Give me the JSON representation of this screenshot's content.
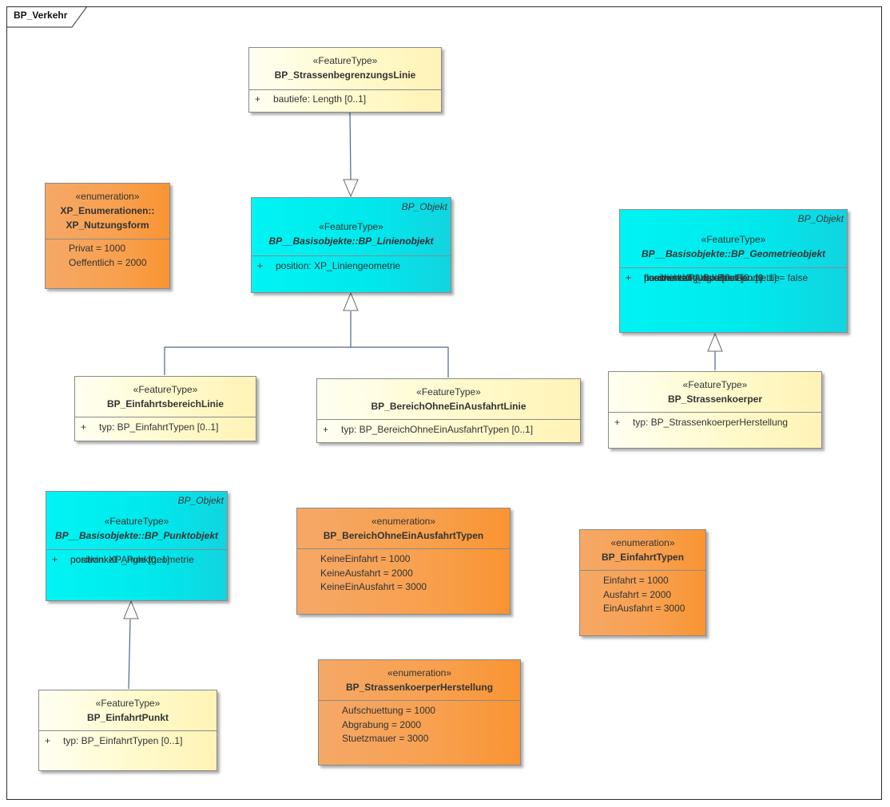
{
  "diagram": {
    "title": "BP_Verkehr"
  },
  "classes": {
    "strassenbegrenzung": {
      "stereotype": "«FeatureType»",
      "name": "BP_StrassenbegrenzungsLinie",
      "attrs": [
        {
          "vis": "+",
          "text": "bautiefe: Length [0..1]"
        }
      ]
    },
    "nutzungsform": {
      "stereotype": "«enumeration»",
      "name1": "XP_Enumerationen::",
      "name2": "XP_Nutzungsform",
      "literals": [
        "Privat = 1000",
        "Oeffentlich = 2000"
      ]
    },
    "linienobjekt": {
      "parent": "BP_Objekt",
      "stereotype": "«FeatureType»",
      "name": "BP__Basisobjekte::BP_Linienobjekt",
      "attrs": [
        {
          "vis": "+",
          "text": "position: XP_Liniengeometrie"
        }
      ]
    },
    "geometrieobjekt": {
      "parent": "BP_Objekt",
      "stereotype": "«FeatureType»",
      "name": "BP__Basisobjekte::BP_Geometrieobjekt",
      "attrs": [
        {
          "vis": "+",
          "text": "position: XP_VariableGeometrie"
        },
        {
          "vis": "+",
          "text": "flaechenschluss: Boolean [0..1] = false"
        },
        {
          "vis": "+",
          "text": "flussrichtung: Boolean [0..1]"
        },
        {
          "vis": "+",
          "text": "nordwinkel: Angle [0..1]"
        }
      ]
    },
    "einfahrtsbereich": {
      "stereotype": "«FeatureType»",
      "name": "BP_EinfahrtsbereichLinie",
      "attrs": [
        {
          "vis": "+",
          "text": "typ: BP_EinfahrtTypen [0..1]"
        }
      ]
    },
    "bereichohne": {
      "stereotype": "«FeatureType»",
      "name": "BP_BereichOhneEinAusfahrtLinie",
      "attrs": [
        {
          "vis": "+",
          "text": "typ: BP_BereichOhneEinAusfahrtTypen [0..1]"
        }
      ]
    },
    "strassenkoerper": {
      "stereotype": "«FeatureType»",
      "name": "BP_Strassenkoerper",
      "attrs": [
        {
          "vis": "+",
          "text": "typ: BP_StrassenkoerperHerstellung"
        }
      ]
    },
    "punktobjekt": {
      "parent": "BP_Objekt",
      "stereotype": "«FeatureType»",
      "name": "BP__Basisobjekte::BP_Punktobjekt",
      "attrs": [
        {
          "vis": "+",
          "text": "position: XP_Punktgeometrie"
        },
        {
          "vis": "+",
          "text": "nordwinkel: Angle [0..1]"
        }
      ]
    },
    "bereichohneTypen": {
      "stereotype": "«enumeration»",
      "name": "BP_BereichOhneEinAusfahrtTypen",
      "literals": [
        "KeineEinfahrt = 1000",
        "KeineAusfahrt = 2000",
        "KeineEinAusfahrt = 3000"
      ]
    },
    "einfahrtTypen": {
      "stereotype": "«enumeration»",
      "name": "BP_EinfahrtTypen",
      "literals": [
        "Einfahrt = 1000",
        "Ausfahrt = 2000",
        "EinAusfahrt = 3000"
      ]
    },
    "einfahrtPunkt": {
      "stereotype": "«FeatureType»",
      "name": "BP_EinfahrtPunkt",
      "attrs": [
        {
          "vis": "+",
          "text": "typ: BP_EinfahrtTypen [0..1]"
        }
      ]
    },
    "strassenkoerperHerstellung": {
      "stereotype": "«enumeration»",
      "name": "BP_StrassenkoerperHerstellung",
      "literals": [
        "Aufschuettung = 1000",
        "Abgrabung = 2000",
        "Stuetzmauer = 3000"
      ]
    }
  },
  "colors": {
    "featureType": "#fffacc",
    "enumeration": "#f8a04e",
    "abstract": "#00ecec",
    "line": "#4d6785"
  }
}
